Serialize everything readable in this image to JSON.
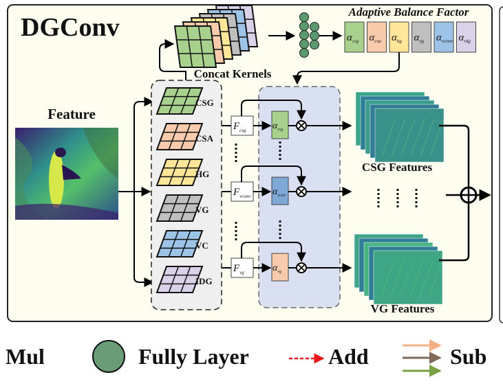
{
  "title": "DGConv",
  "input": {
    "label": "Feature"
  },
  "concat": {
    "label": "Concat Kernels"
  },
  "abf": {
    "label": "Adaptive Balance Factor",
    "factors": [
      {
        "sym": "α",
        "sub": "csg",
        "color": "#a9d18e"
      },
      {
        "sym": "α",
        "sub": "csa",
        "color": "#f8cbad"
      },
      {
        "sym": "α",
        "sub": "hg",
        "color": "#ffe699"
      },
      {
        "sym": "α",
        "sub": "vg",
        "color": "#bfbfbf"
      },
      {
        "sym": "α",
        "sub": "vconv",
        "color": "#9dc3e6"
      },
      {
        "sym": "α",
        "sub": "rdg",
        "color": "#d9d2e9"
      }
    ]
  },
  "kernels": [
    {
      "label": "CSG",
      "color": "#a9d18e"
    },
    {
      "label": "CSA",
      "color": "#f8cbad"
    },
    {
      "label": "HG",
      "color": "#ffe699"
    },
    {
      "label": "VG",
      "color": "#bfbfbf"
    },
    {
      "label": "VC",
      "color": "#9dc3e6"
    },
    {
      "label": "IDG",
      "color": "#d9d2e9"
    }
  ],
  "branches": [
    {
      "f_sym": "F",
      "f_sub": "csg",
      "a_sym": "α",
      "a_sub": "csg",
      "a_color": "#a9d18e"
    },
    {
      "f_sym": "F",
      "f_sub": "vconv",
      "a_sym": "α",
      "a_sub": "vcon",
      "a_color": "#7ea9d6"
    },
    {
      "f_sym": "F",
      "f_sub": "vg",
      "a_sym": "α",
      "a_sub": "vg",
      "a_color": "#f8cbad"
    }
  ],
  "outputs": {
    "top_label": "CSG Features",
    "bottom_label": "VG Features"
  },
  "legend": {
    "mul": "Mul",
    "fully": "Fully Layer",
    "add": "Add",
    "sub": "Sub",
    "fully_color": "#6a9c78",
    "add_color": "#e8191c",
    "sub_colors": [
      "#f4b183",
      "#7f6a5a",
      "#7aa046"
    ]
  },
  "colors": {
    "panel_bg": "#fdfdf0",
    "kernel_panel_bg": "#efefef",
    "gate_panel_bg": "#d9e0f2",
    "feature_teal": "#3a9a8a",
    "neuron": "#5a9a6e"
  }
}
